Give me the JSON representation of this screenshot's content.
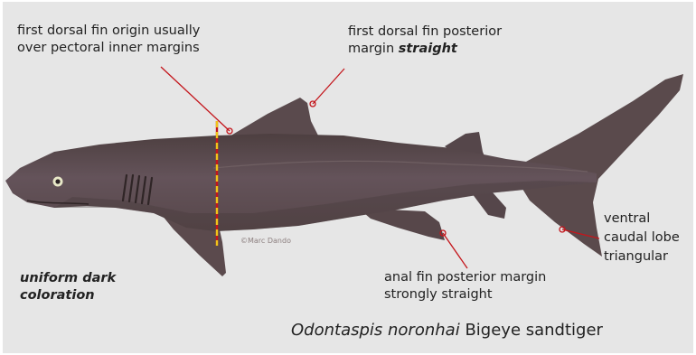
{
  "colors": {
    "background": "#e6e6e6",
    "shark_body": "#5e4d4f",
    "shark_shadow": "#463839",
    "leader_line": "#c4161c",
    "marker_line": "#f0c419"
  },
  "labels": {
    "dorsal_origin": [
      "first dorsal fin origin usually",
      "over pectoral inner margins"
    ],
    "dorsal_posterior": [
      "first dorsal fin posterior",
      "margin"
    ],
    "dorsal_posterior_emph": "straight",
    "ventral_caudal": [
      "ventral",
      "caudal lobe",
      "triangular"
    ],
    "anal_fin": [
      "anal fin posterior margin",
      "strongly straight"
    ],
    "coloration": [
      "uniform dark",
      "coloration"
    ]
  },
  "credit": "©Marc Dando",
  "caption": {
    "scientific_name": "Odontaspis noronhai",
    "common_name": "Bigeye sandtiger"
  }
}
